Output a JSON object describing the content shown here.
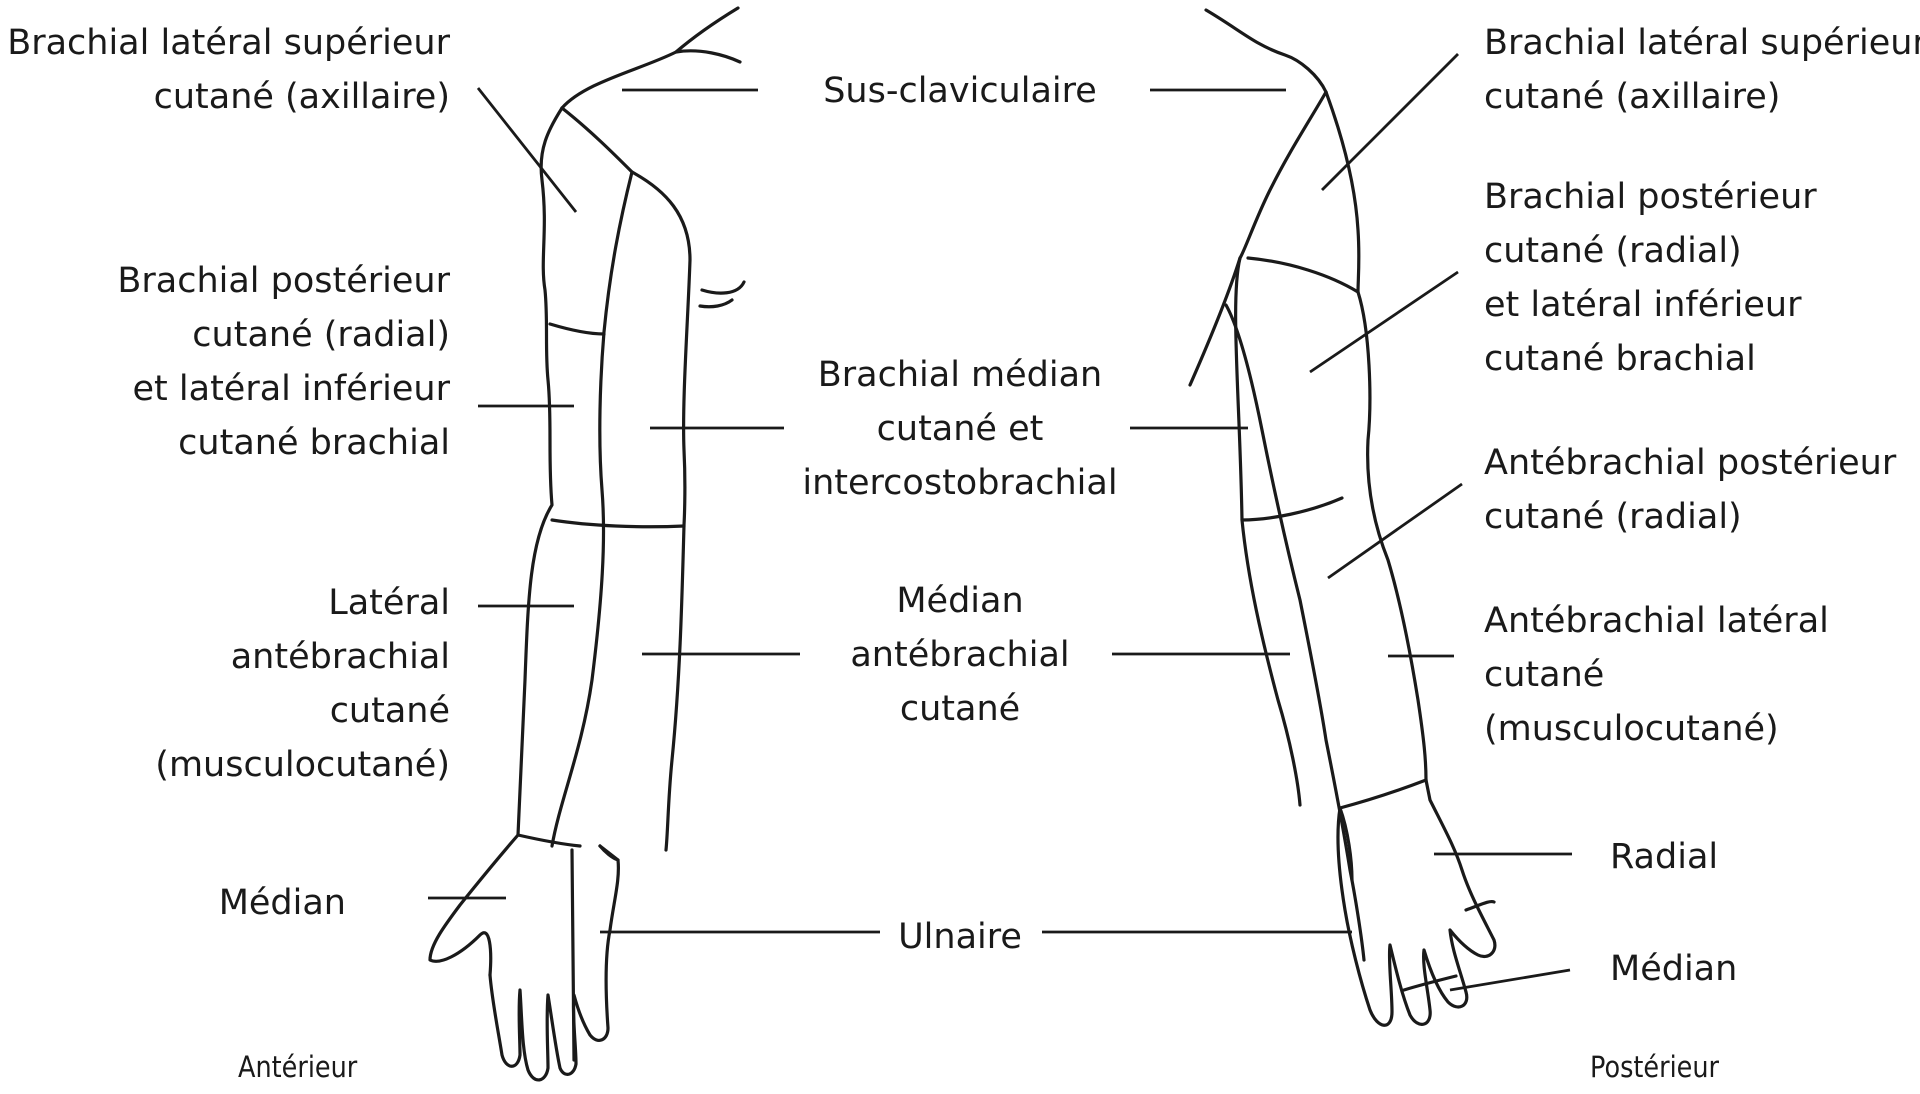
{
  "figure": {
    "views": {
      "anterior": "Antérieur",
      "posterior": "Postérieur"
    },
    "labels": {
      "left_upper_lateral": [
        "Brachial latéral supérieur",
        "cutané (axillaire)"
      ],
      "left_posterior_brachial": [
        "Brachial postérieur",
        "cutané (radial)",
        "et latéral inférieur",
        "cutané brachial"
      ],
      "left_lateral_antebrachial": [
        "Latéral",
        "antébrachial",
        "cutané",
        "(musculocutané)"
      ],
      "left_median": [
        "Médian"
      ],
      "center_supraclavicular": [
        "Sus-claviculaire"
      ],
      "center_medial_brachial": [
        "Brachial médian",
        "cutané et",
        "intercostobrachial"
      ],
      "center_medial_antebrachial": [
        "Médian",
        "antébrachial",
        "cutané"
      ],
      "center_ulnar": [
        "Ulnaire"
      ],
      "right_upper_lateral": [
        "Brachial latéral supérieur",
        "cutané (axillaire)"
      ],
      "right_posterior_brachial": [
        "Brachial postérieur",
        "cutané (radial)",
        "et latéral inférieur",
        "cutané brachial"
      ],
      "right_posterior_antebrachial": [
        "Antébrachial postérieur",
        "cutané (radial)"
      ],
      "right_lateral_antebrachial": [
        "Antébrachial latéral",
        "cutané",
        "(musculocutané)"
      ],
      "right_radial": [
        "Radial"
      ],
      "right_median": [
        "Médian"
      ]
    }
  }
}
